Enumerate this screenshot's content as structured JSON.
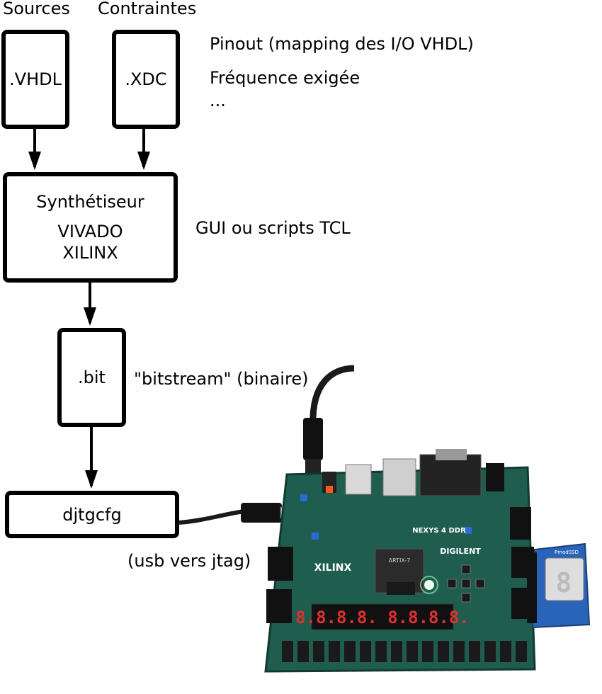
{
  "headers": {
    "sources": "Sources",
    "constraints": "Contraintes"
  },
  "boxes": {
    "vhdl": ".VHDL",
    "xdc": ".XDC",
    "synth": {
      "title": "Synthétiseur",
      "line1": "VIVADO",
      "line2": "XILINX"
    },
    "bit": ".bit",
    "djtgcfg": "djtgcfg"
  },
  "notes": {
    "pinout": "Pinout (mapping des I/O VHDL)",
    "frequency": "Fréquence exigée",
    "ellipsis": "...",
    "gui": "GUI ou scripts TCL",
    "bitstream": "\"bitstream\" (binaire)",
    "usb": "(usb vers jtag)"
  },
  "board": {
    "name": "NEXYS 4 DDR",
    "maker": "DIGILENT",
    "fpga": "XILINX",
    "chip": "ARTIX-7",
    "pmod": "PmodSSD",
    "display_digits": "8.8.8.8. 8.8.8.8.",
    "colors": {
      "pcb": "#1f5d4e",
      "pmod": "#2a64b8",
      "seg": "#e03030"
    }
  }
}
